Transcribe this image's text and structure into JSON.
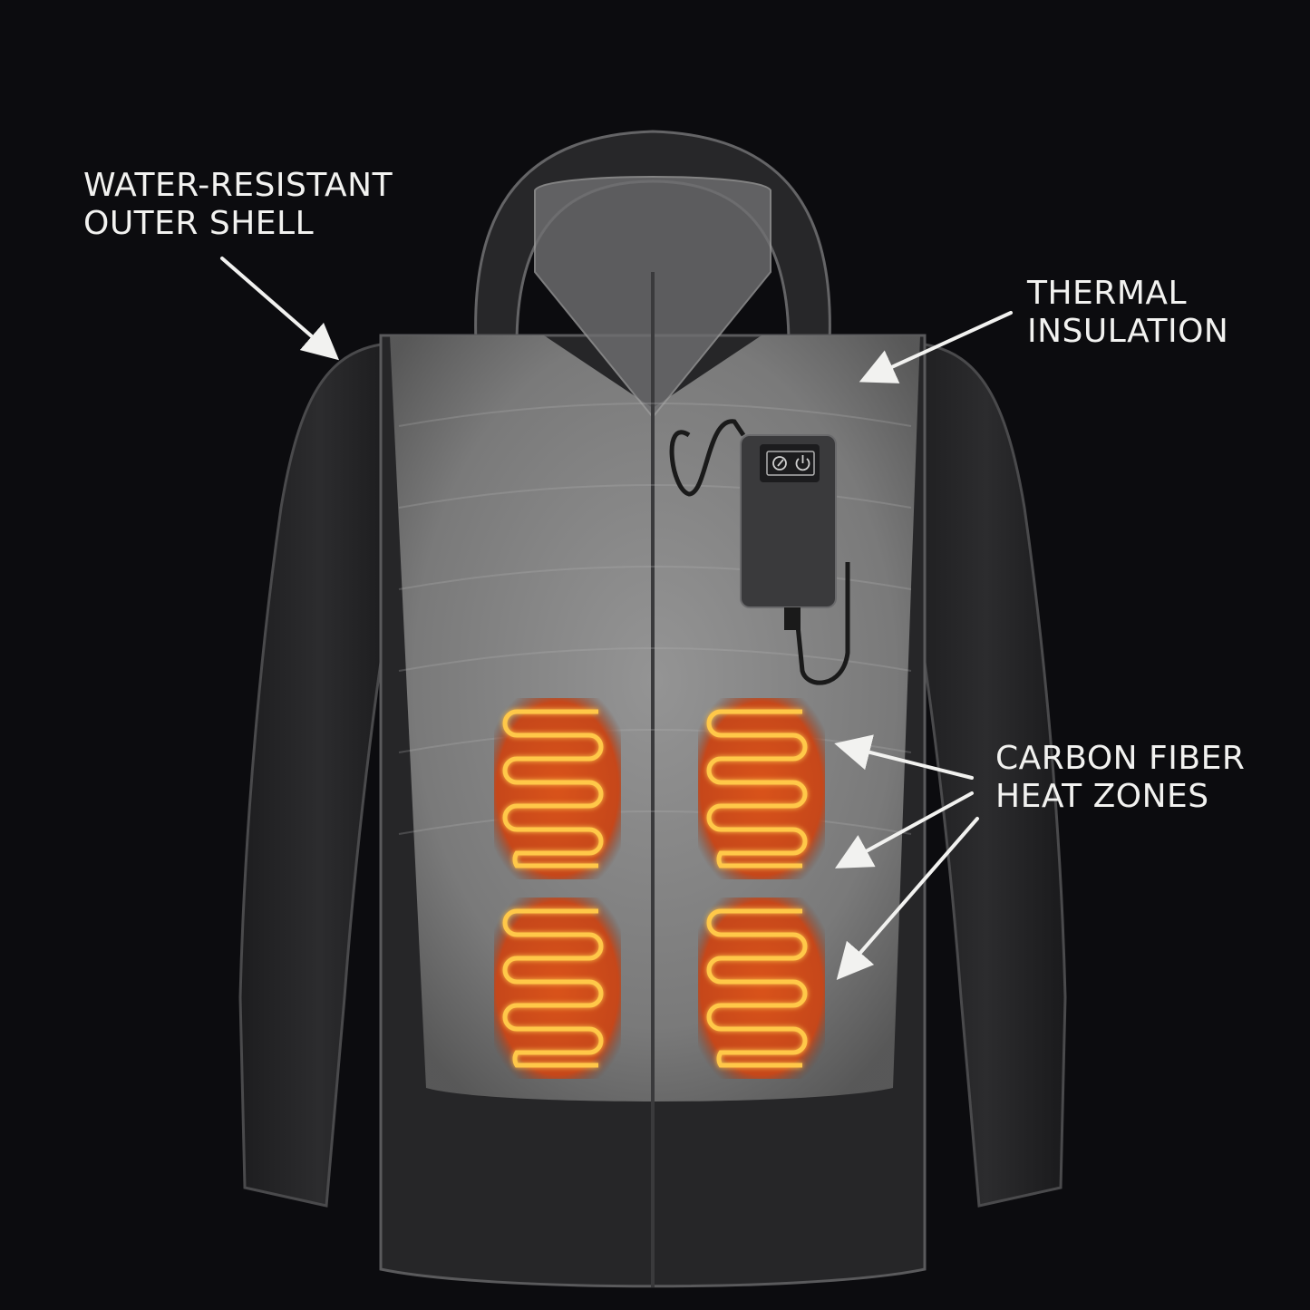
{
  "diagram": {
    "subject": "Heated jacket cutaway",
    "background_color": "#0c0c0f",
    "accent_color": "#ff7a1a"
  },
  "callouts": {
    "shell": {
      "line1": "WATER-RESISTANT",
      "line2": "OUTER SHELL"
    },
    "insulation": {
      "line1": "THERMAL",
      "line2": "INSULATION"
    },
    "heat": {
      "line1": "CARBON FIBER",
      "line2": "HEAT ZONES"
    }
  },
  "battery_pack": {
    "buttons": [
      {
        "icon": "temperature-dial-icon"
      },
      {
        "icon": "power-icon"
      }
    ]
  },
  "heat_zones": [
    {
      "position": "upper-left"
    },
    {
      "position": "upper-right"
    },
    {
      "position": "lower-left"
    },
    {
      "position": "lower-right"
    }
  ]
}
